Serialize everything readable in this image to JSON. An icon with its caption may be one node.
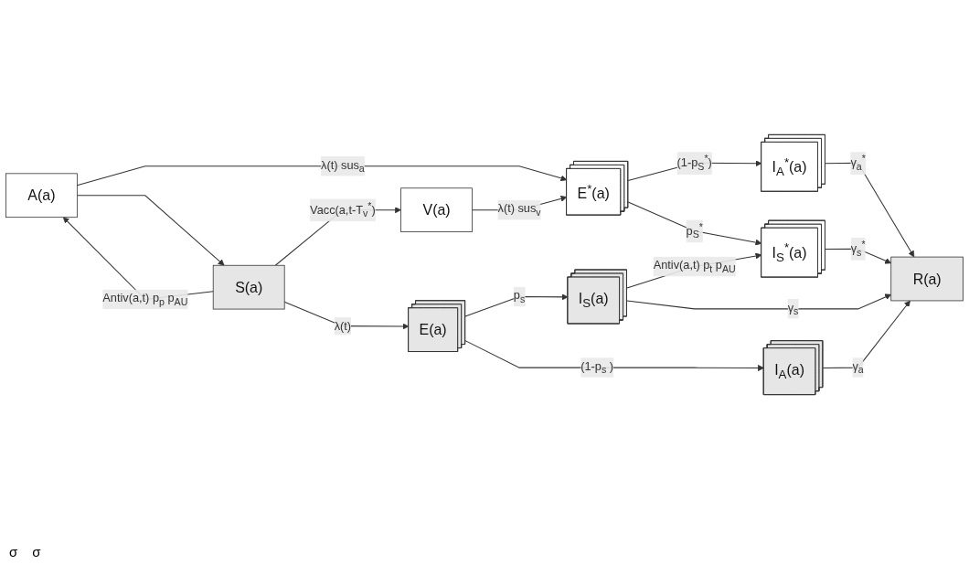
{
  "diagram": {
    "nodes": [
      {
        "text": [
          "V(a)"
        ]
      },
      {
        "text": [
          "E$^{*}$(a)"
        ]
      },
      {
        "text": [
          "I$_{A}$$^{*}$(a)"
        ]
      },
      {
        "text": [
          "I$_{S}$$^{*}$(a)"
        ]
      },
      {
        "text": [
          "A(a)"
        ]
      },
      {
        "text": [
          "R(a)"
        ]
      },
      {
        "text": [
          "S(a)"
        ]
      },
      {
        "text": [
          "E(a)"
        ]
      },
      {
        "text": [
          "I$_{S}$(a)"
        ]
      },
      {
        "text": [
          "I$_{A}$(a)"
        ]
      }
    ],
    "edges": [
      {
        "from": 0,
        "to": 1,
        "arrow": "to",
        "label": "λ(t) sus$_{v}$"
      },
      {
        "from": 4,
        "to": 1,
        "arrow": "to",
        "label": "λ(t) sus$_{a}$"
      },
      {
        "from": 1,
        "to": 2,
        "arrow": "to",
        "label": "(1-p$_{S}$$^{*}$)"
      },
      {
        "from": 1,
        "to": 3,
        "arrow": "to",
        "label": "p$_{S}$$^{*}$"
      },
      {
        "from": 2,
        "to": 5,
        "arrow": "to",
        "label": "γ$_{a}$$^{*}$"
      },
      {
        "from": 3,
        "to": 5,
        "arrow": "to",
        "label": "γ$_{s}$$^{*}$"
      },
      {
        "from": 6,
        "to": 0,
        "arrow": "to",
        "label": "Vacc(a,t-T$_{v}$$^{*}$)"
      },
      {
        "from": 4,
        "to": 6,
        "arrow": "to"
      },
      {
        "from": 6,
        "to": 4,
        "arrow": "to",
        "label": "Antiv(a,t) p$_{p}$ p$_{AU}$"
      },
      {
        "from": 6,
        "to": 7,
        "arrow": "to",
        "label": "λ(t)"
      },
      {
        "from": 7,
        "to": 8,
        "arrow": "to",
        "label": "p$_{s}$"
      },
      {
        "from": 7,
        "to": 9,
        "arrow": "to",
        "label": "(1-p$_{s}$ )"
      },
      {
        "from": 8,
        "to": 3,
        "arrow": "to",
        "label": "Antiv(a,t) p$_{t}$ p$_{AU}$"
      },
      {
        "from": 8,
        "to": 5,
        "arrow": "to",
        "label": "γ$_{s}$"
      },
      {
        "from": 9,
        "to": 5,
        "arrow": "to",
        "label": "γ$_{a}$"
      }
    ],
    "labels": [
      "σ",
      "σ"
    ]
  }
}
